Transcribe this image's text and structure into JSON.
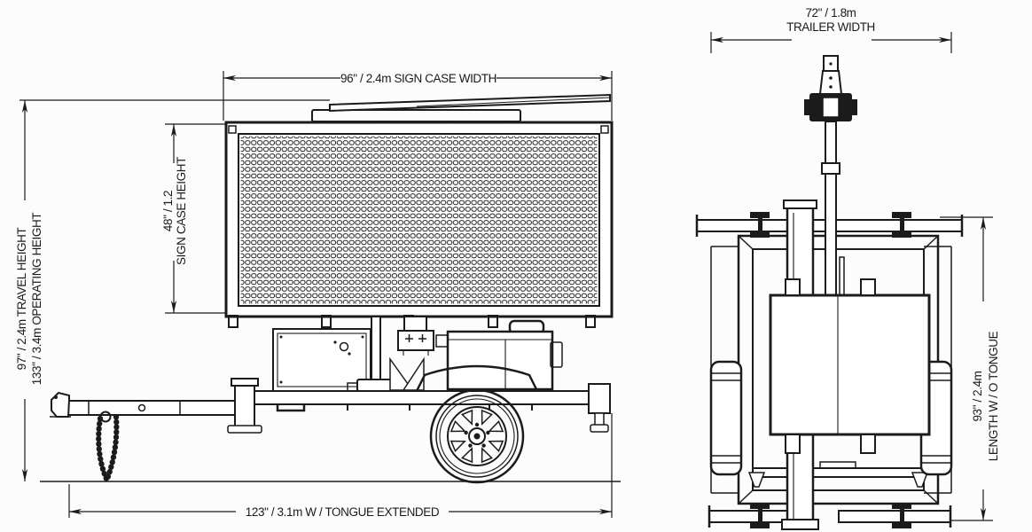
{
  "drawing": {
    "ink_color": "#1b1b1b",
    "paper_color": "#fcfcfc",
    "side_view": {
      "sign_case_width_label": "96\" / 2.4m SIGN CASE WIDTH",
      "sign_case_height_label_line1": "48\" / 1.2",
      "sign_case_height_label_line2": "SIGN CASE HEIGHT",
      "travel_height_label": "97\" / 2.4m TRAVEL HEIGHT",
      "operating_height_label": "133\" / 3.4m OPERATING HEIGHT",
      "tongue_extended_label": "123\" / 3.1m W  / TONGUE EXTENDED"
    },
    "plan_view": {
      "trailer_width_label_line1": "72\" / 1.8m",
      "trailer_width_label_line2": "TRAILER WIDTH",
      "length_label_line1": "93\" / 2.4m",
      "length_label_line2": "LENGTH W / O TONGUE"
    }
  }
}
